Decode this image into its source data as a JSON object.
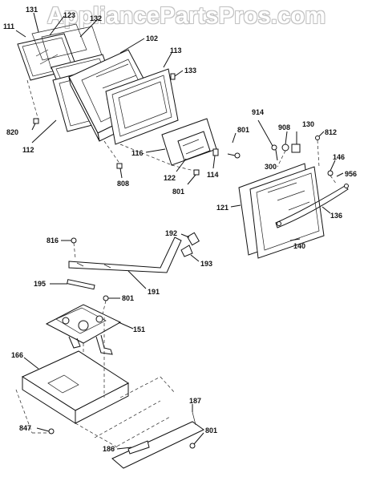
{
  "watermark": "AppliancePartsPros.com",
  "labels": {
    "p111": "111",
    "p131": "131",
    "p123": "123",
    "p132": "132",
    "p102": "102",
    "p113": "113",
    "p133": "133",
    "p820": "820",
    "p112": "112",
    "p116": "116",
    "p122": "122",
    "p801a": "801",
    "p114": "114",
    "p808": "808",
    "p801b": "801",
    "p914": "914",
    "p908": "908",
    "p130": "130",
    "p812": "812",
    "p300": "300",
    "p146": "146",
    "p956": "956",
    "p121": "121",
    "p136": "136",
    "p140": "140",
    "p192": "192",
    "p816": "816",
    "p193": "193",
    "p195": "195",
    "p191": "191",
    "p801c": "801",
    "p151": "151",
    "p166": "166",
    "p187": "187",
    "p847": "847",
    "p801d": "801",
    "p186": "186"
  }
}
